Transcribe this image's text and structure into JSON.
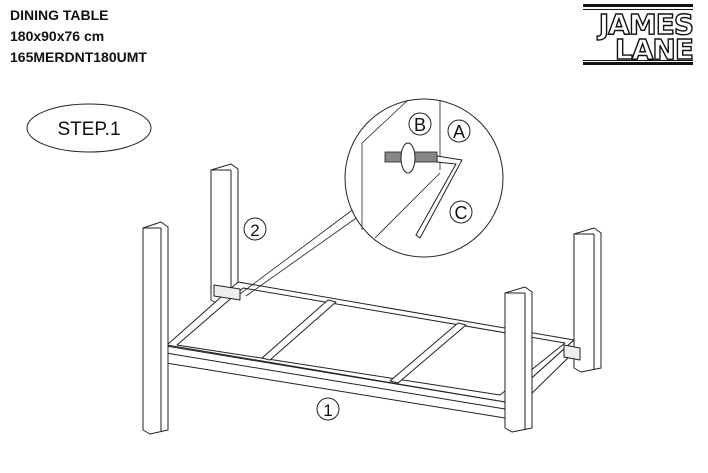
{
  "header": {
    "product": "DINING TABLE",
    "dimensions": "180x90x76 cm",
    "code": "165MERDNT180UMT"
  },
  "logo": {
    "line1": "JAMES",
    "line2": "LANE"
  },
  "step": {
    "label": "STEP.1"
  },
  "parts": {
    "table_top": "1",
    "leg": "2",
    "bolt": "A",
    "washer": "B",
    "allen_key": "C"
  }
}
